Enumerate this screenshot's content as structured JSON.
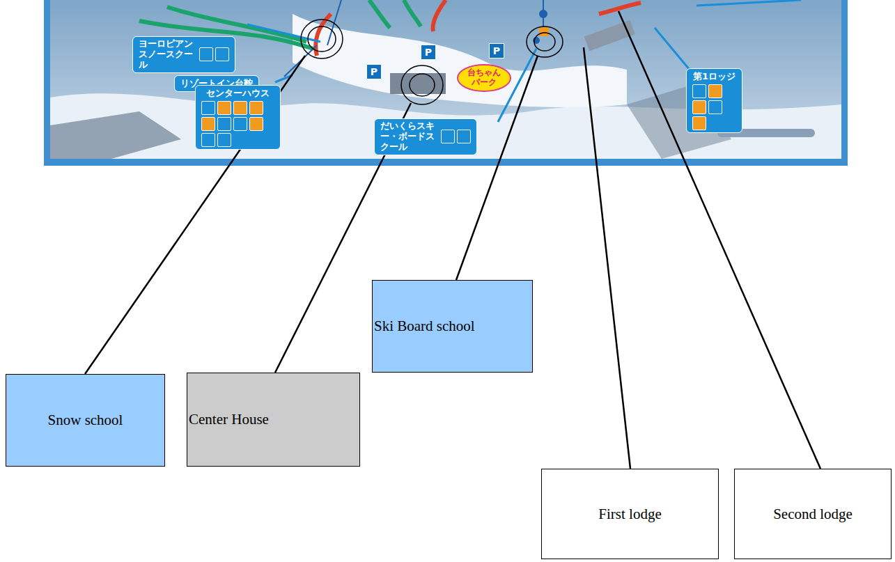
{
  "diagram": {
    "nodes": [
      {
        "text": [
          "ヨーロピアン スノースクール"
        ]
      },
      {
        "text": [
          "リゾートイン台鞍"
        ]
      },
      {
        "text": [
          "センターハウス"
        ]
      },
      {
        "text": [
          "台ちゃん パーク"
        ]
      },
      {
        "text": [
          "だいくらスキー・ボードスクール"
        ]
      },
      {
        "text": [
          "第1ロッジ"
        ]
      },
      {
        "text": [
          "Snow school"
        ]
      },
      {
        "text": [
          "Center House"
        ]
      },
      {
        "text": [
          "Ski Board school"
        ]
      },
      {
        "text": [
          "First lodge"
        ]
      },
      {
        "text": [
          "Second lodge"
        ]
      }
    ],
    "labels": [
      "P",
      "P",
      "P"
    ]
  }
}
